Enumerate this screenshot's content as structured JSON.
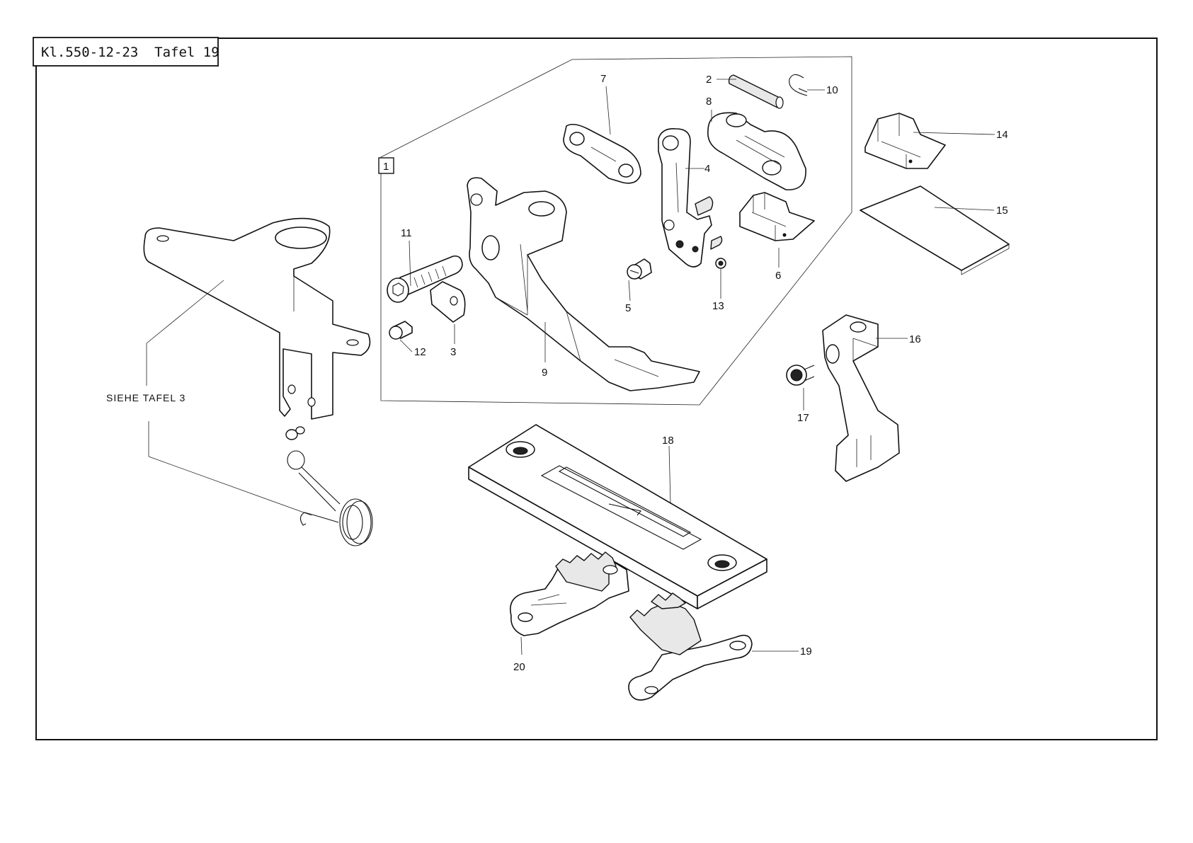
{
  "header": {
    "title": "Kl.550-12-23  Tafel 19"
  },
  "group_marker": "1",
  "reference_note": "SIEHE TAFEL 3",
  "callouts": [
    {
      "id": "c2",
      "text": "2"
    },
    {
      "id": "c3",
      "text": "3"
    },
    {
      "id": "c4",
      "text": "4"
    },
    {
      "id": "c5",
      "text": "5"
    },
    {
      "id": "c6",
      "text": "6"
    },
    {
      "id": "c7",
      "text": "7"
    },
    {
      "id": "c8",
      "text": "8"
    },
    {
      "id": "c9",
      "text": "9"
    },
    {
      "id": "c10",
      "text": "10"
    },
    {
      "id": "c11",
      "text": "11"
    },
    {
      "id": "c12",
      "text": "12"
    },
    {
      "id": "c13",
      "text": "13"
    },
    {
      "id": "c14",
      "text": "14"
    },
    {
      "id": "c15",
      "text": "15"
    },
    {
      "id": "c16",
      "text": "16"
    },
    {
      "id": "c17",
      "text": "17"
    },
    {
      "id": "c18",
      "text": "18"
    },
    {
      "id": "c19",
      "text": "19"
    },
    {
      "id": "c20",
      "text": "20"
    }
  ]
}
